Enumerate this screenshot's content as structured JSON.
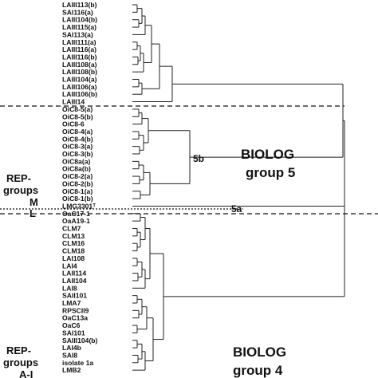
{
  "leaves": [
    "LAIII113(b)",
    "SAI116(a)",
    "LAIII104(b)",
    "LAIII115(a)",
    "SAI113(a)",
    "LAIII111(a)",
    "LAIII116(a)",
    "LAIII116(b)",
    "LAIII108(a)",
    "LAIII108(b)",
    "LAIII104(a)",
    "LAIII106(a)",
    "LAIII106(b)",
    "LAIII14",
    "OiC8-5(a)",
    "OiC8-5(b)",
    "OiC8-6",
    "OiC8-4(a)",
    "OiC8-4(b)",
    "OiC8-3(a)",
    "OiC8-3(b)",
    "OiC8a(a)",
    "OiC8a(b)",
    "OiC8-2(a)",
    "OiC8-2(b)",
    "OiC8-1(a)",
    "OiC8-1(b)",
    "LMG3301ᵀ",
    "OaC17-1",
    "OaA19-1",
    "CLM7",
    "CLM13",
    "CLM16",
    "CLM18",
    "LAI108",
    "LAI4",
    "LAII114",
    "LAII104",
    "LAI8",
    "SAII101",
    "LMA7",
    "RPSCII9",
    "OaC13a",
    "OaC6",
    "SAI101",
    "SAIII104(b)",
    "LAI4b",
    "SAI8",
    "isolate 1a",
    "LMB2"
  ],
  "rep_groups": {
    "upper_label_1": "REP-",
    "upper_label_2": "groups",
    "upper_m": "M",
    "upper_l": "L",
    "lower_label_1": "REP-",
    "lower_label_2": "groups",
    "lower_range": "A-I"
  },
  "biolog": {
    "group5_line1": "BIOLOG",
    "group5_line2": "group 5",
    "group4_line1": "BIOLOG",
    "group4_line2": "group 4"
  },
  "node_labels": {
    "n5b": "5b",
    "n5a": "5a"
  }
}
